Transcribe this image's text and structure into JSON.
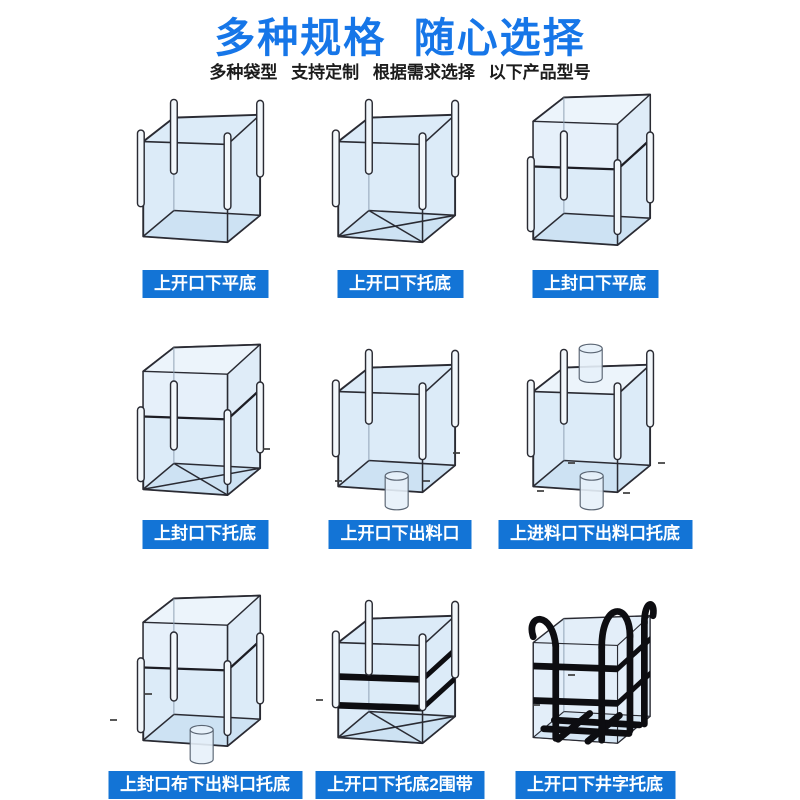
{
  "header": {
    "title": "多种规格 随心选择",
    "subtitle": "多种袋型 支持定制 根据需求选择 以下产品型号"
  },
  "colors": {
    "title_blue": "#1676e8",
    "label_blue": "#1374d6",
    "bag_fill": "#dcebf8",
    "outline": "#2a2b33",
    "strap_black": "#0d0d11"
  },
  "products": [
    {
      "label": "上开口下平底"
    },
    {
      "label": "上开口下托底"
    },
    {
      "label": "上封口下平底"
    },
    {
      "label": "上封口下托底"
    },
    {
      "label": "上开口下出料口"
    },
    {
      "label": "上进料口下出料口托底"
    },
    {
      "label": "上封口布下出料口托底"
    },
    {
      "label": "上开口下托底2围带"
    },
    {
      "label": "上开口下井字托底"
    }
  ]
}
